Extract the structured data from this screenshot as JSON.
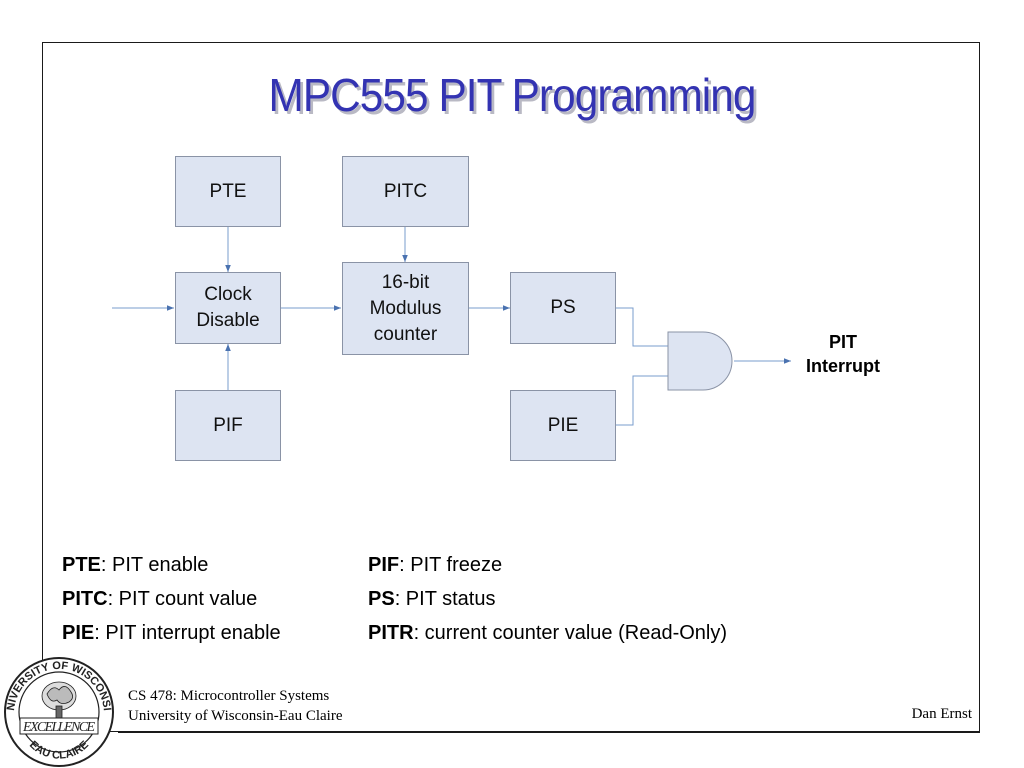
{
  "title": "MPC555 PIT Programming",
  "blocks": {
    "pte": "PTE",
    "pitc": "PITC",
    "clock_disable": "Clock\nDisable",
    "counter": "16-bit\nModulus\ncounter",
    "ps": "PS",
    "pif": "PIF",
    "pie": "PIE"
  },
  "output_label": "PIT\nInterrupt",
  "legend_left": [
    {
      "term": "PTE",
      "desc": ": PIT enable"
    },
    {
      "term": "PITC",
      "desc": ": PIT count value"
    },
    {
      "term": "PIE",
      "desc": ": PIT interrupt enable"
    }
  ],
  "legend_right": [
    {
      "term": "PIF",
      "desc": ": PIT freeze"
    },
    {
      "term": "PS",
      "desc": ": PIT status"
    },
    {
      "term": "PITR",
      "desc": ": current counter value (Read-Only)"
    }
  ],
  "footer": {
    "course": "CS 478: Microcontroller Systems",
    "university": "University of Wisconsin-Eau Claire",
    "author": "Dan Ernst"
  },
  "seal": {
    "top_text": "UNIVERSITY OF WISCONSIN",
    "motto": "EXCELLENCE",
    "bottom_text": "EAU CLAIRE"
  },
  "colors": {
    "title": "#3333b2",
    "block_fill": "#dde4f2",
    "connector": "#6a8fc2"
  }
}
